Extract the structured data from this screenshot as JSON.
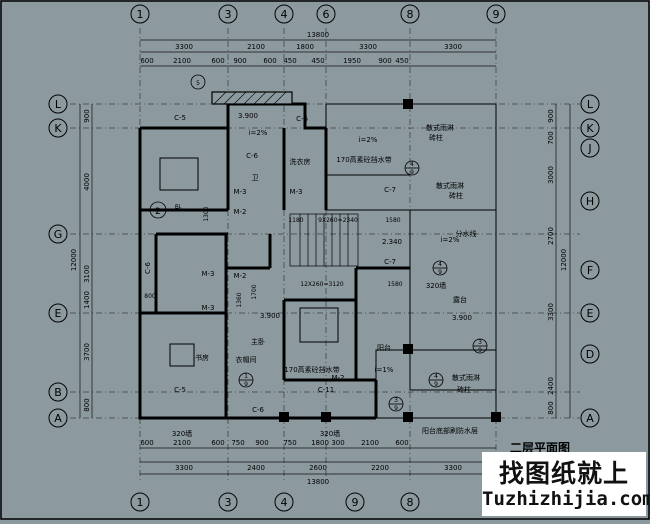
{
  "drawing_title": "二层平面图",
  "watermark": {
    "cn": "找图纸就上",
    "url": "Tuzhizhijia.com"
  },
  "axes": {
    "vertical": [
      "1",
      "3",
      "4",
      "6",
      "8",
      "9"
    ],
    "horizontal": [
      "L",
      "K",
      "G",
      "E",
      "B",
      "A"
    ],
    "right": [
      "L",
      "K",
      "J",
      "H",
      "F",
      "E",
      "D",
      "A"
    ]
  },
  "dims": {
    "total": "13800",
    "top_spans": [
      "3300",
      "2100",
      "1800",
      "3300",
      "3300"
    ],
    "top_detail": [
      "600",
      "2100",
      "600",
      "900",
      "600",
      "450",
      "450",
      "1950",
      "900",
      "450"
    ],
    "bottom_detail": [
      "600",
      "2100",
      "600",
      "750",
      "900",
      "750",
      "1800",
      "300",
      "2100",
      "600"
    ],
    "bottom_spans": [
      "3300",
      "2400",
      "2600",
      "2200",
      "3300"
    ],
    "left_total": "12000",
    "left_spans": [
      "900",
      "4000",
      "3100",
      "1400",
      "3700",
      "800"
    ],
    "right_total": "12000",
    "right_spans": [
      "900",
      "700",
      "3000",
      "2700",
      "3300",
      "2400",
      "800"
    ],
    "inner": [
      "1180",
      "9X260=2340",
      "1580",
      "1580",
      "12X260=3120",
      "1360",
      "1700",
      "1300",
      "800"
    ]
  },
  "labels": {
    "level_a": "3.900",
    "level_b": "3.900",
    "level_c": "3.900",
    "level_stair": "2.340",
    "slope_1": "i=2%",
    "slope_2": "i=2%",
    "slope_3": "i=2%",
    "slope_4": "i=1%",
    "window_c5a": "C-5",
    "window_c5b": "C-5",
    "window_c6a": "C-6",
    "window_c6b": "C-6",
    "window_c6c": "C-6",
    "window_c6d": "C-6",
    "window_c7a": "C-7",
    "window_c7b": "C-7",
    "window_c11": "C-11",
    "door_m3a": "M-3",
    "door_m3b": "M-3",
    "door_m3c": "M-3",
    "door_m3d": "M-3",
    "door_m2a": "M-2",
    "door_m2b": "M-2",
    "door_m2c": "M-2",
    "wall_320a": "320墙",
    "wall_320b": "320墙",
    "wall_320c": "320墙",
    "drain_1": "170高素砼挡水带",
    "drain_2": "170高素砼挡水带",
    "rain_1": "散式雨淋",
    "rain_2": "散式雨淋",
    "rain_3": "散式雨淋",
    "post_1": "砖柱",
    "post_2": "砖柱",
    "post_3": "砖柱",
    "drainage": "分水线",
    "terrace": "露台",
    "balcony": "阳台",
    "master": "主卧",
    "study": "书房",
    "bedroom": "卧",
    "laundry": "洗衣房",
    "bath": "卫",
    "closet": "衣帽间",
    "note_bottom": "阳台底部刷防水层",
    "sym_4": "4",
    "sym_9": "9",
    "sym_3": "3",
    "sym_1": "1",
    "sym_2": "2",
    "sym_5": "5"
  }
}
